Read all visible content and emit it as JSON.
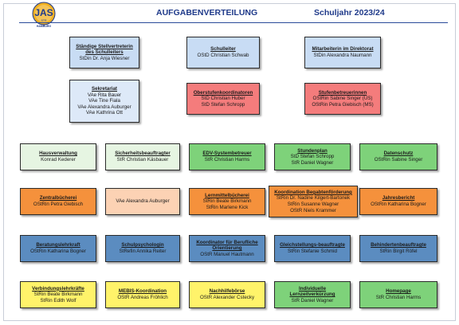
{
  "header": {
    "title": "AUFGABENVERTEILUNG",
    "year": "Schuljahr 2023/24",
    "logo_text": "JAS",
    "logo_sub": "STR",
    "logo_city": "HAMBURG"
  },
  "boxes": {
    "stellv": {
      "title": "Ständige Stellvertreterin des Schulleiters",
      "lines": [
        "StDin Dr. Anja Wiesner"
      ]
    },
    "schulleiter": {
      "title": "Schulleiter",
      "lines": [
        "OStD Christian Schwab"
      ]
    },
    "mitarbeiterin": {
      "title": "Mitarbeiterin im Direktorat",
      "lines": [
        "StDin Alexandra Naumann"
      ]
    },
    "sekretariat": {
      "title": "Sekretariat",
      "lines": [
        "VAe Rita Bauer",
        "VAe Tine Fiala",
        "VAe Alexandra Auburger",
        "VAe Kathrina Ott"
      ]
    },
    "oberstufe": {
      "title": "Oberstufenkoordinatoren",
      "lines": [
        "StD Christian Huber",
        "StD Stefan Schropp"
      ]
    },
    "stufenbetreuer": {
      "title": "Stufenbetreuerinnen",
      "lines": [
        "OStRin Sabine Singer (US)",
        "OStRin Petra Giebisch (MS)"
      ]
    },
    "hausverwaltung": {
      "title": "Hausverwaltung",
      "lines": [
        "Konrad Kederer"
      ]
    },
    "sicherheit": {
      "title": "Sicherheitsbeauftragter",
      "lines": [
        "StR Christian Käsbauer"
      ]
    },
    "edv": {
      "title": "EDV-Systembetreuer",
      "lines": [
        "StR Christian Harms"
      ]
    },
    "stundenplan": {
      "title": "Stundenplan",
      "lines": [
        "StD Stefan Schropp",
        "StR Daniel Wagner"
      ]
    },
    "datenschutz": {
      "title": "Datenschutz",
      "lines": [
        "OStRin Sabine Singer"
      ]
    },
    "zentral": {
      "title": "Zentralbücherei",
      "lines": [
        "OStRin Petra Giebisch"
      ]
    },
    "vae_alex": {
      "title": "",
      "lines": [
        "VAe Alexandra Auburger"
      ]
    },
    "lernmittel": {
      "title": "Lernmittelbücherei",
      "lines": [
        "StRin Beate Birkmann",
        "StRin Marlene Kick"
      ]
    },
    "begabten": {
      "title": "Koordination Begabtenförderung",
      "lines": [
        "StRin Dr. Nadine Kilgert-Bartonek",
        "StRin Susanne Wagner",
        "OStR Niels Krammer"
      ]
    },
    "jahresbericht": {
      "title": "Jahresbericht",
      "lines": [
        "OStRin Katharina Bogner"
      ]
    },
    "beratung": {
      "title": "Beratungslehrkraft",
      "lines": [
        "OStRin Katharina Bogner"
      ]
    },
    "psycho": {
      "title": "Schulpsychologin",
      "lines": [
        "StRefin Annika Reiter"
      ]
    },
    "koord_beruf": {
      "title": "Koordinator für Berufliche Orientierung",
      "lines": [
        "OStR Manuel Hautmann"
      ]
    },
    "gleichstellung": {
      "title": "Gleichstellungs-beauftragte",
      "lines": [
        "StRin Stefanie Schmid"
      ]
    },
    "behinderten": {
      "title": "Behindertenbeauftragte",
      "lines": [
        "StRin Birgit Röfel"
      ]
    },
    "verbindung": {
      "title": "Verbindungslehrkräfte",
      "lines": [
        "StRin Beate Birkmann",
        "StRin Edith Wolf"
      ]
    },
    "mebis": {
      "title": "MEBIS-Koordination",
      "lines": [
        "OStR Andreas Fröhlich"
      ]
    },
    "nachhilfe": {
      "title": "Nachhilfebörse",
      "lines": [
        "OStR Alexander Cstecky"
      ]
    },
    "individuell": {
      "title": "Individuelle Lernzeitverkürzung",
      "lines": [
        "StR Daniel Wagner"
      ]
    },
    "homepage": {
      "title": "Homepage",
      "lines": [
        "StR Christian Harms"
      ]
    }
  }
}
